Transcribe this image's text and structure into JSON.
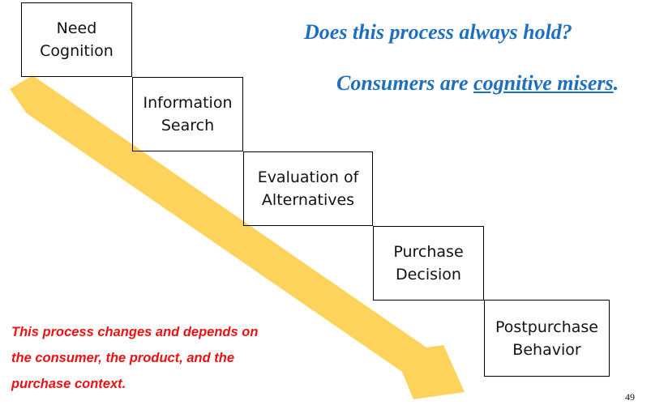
{
  "steps": [
    {
      "label": "Need\nCognition"
    },
    {
      "label": "Information\nSearch"
    },
    {
      "label": "Evaluation of\nAlternatives"
    },
    {
      "label": "Purchase\nDecision"
    },
    {
      "label": "Postpurchase\nBehavior"
    }
  ],
  "questions": {
    "line1": "Does this process always hold?",
    "line2_prefix": "Consumers are ",
    "line2_underlined": "cognitive misers",
    "line2_suffix": "."
  },
  "note": {
    "lines": [
      "This process changes and depends on",
      "the consumer, the product, and the",
      "purchase context."
    ]
  },
  "page_number": "49",
  "colors": {
    "arrow": "#fdd35c",
    "question_text": "#1f6fc0",
    "note_text": "#ee1111",
    "box_border": "#000000"
  }
}
